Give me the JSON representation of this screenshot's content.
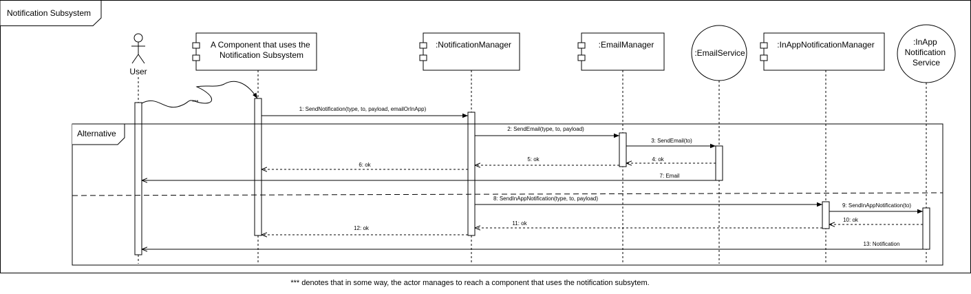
{
  "frame": {
    "title": "Notification Subsystem"
  },
  "actor": {
    "name": "User"
  },
  "participants": [
    {
      "kind": "component",
      "lines": [
        "A Component that uses the",
        "Notification Subsystem"
      ]
    },
    {
      "kind": "component",
      "lines": [
        ":NotificationManager"
      ]
    },
    {
      "kind": "component",
      "lines": [
        ":EmailManager"
      ]
    },
    {
      "kind": "entity",
      "lines": [
        ":EmailService"
      ]
    },
    {
      "kind": "component",
      "lines": [
        ":InAppNotificationManager"
      ]
    },
    {
      "kind": "entity",
      "lines": [
        ":InApp",
        "Notification",
        "Service"
      ]
    }
  ],
  "fragment": {
    "label": "Alternative"
  },
  "reach_marker": "***",
  "messages": [
    {
      "text": "1: SendNotification(type, to, payload, emailOrInApp)",
      "style": "sync"
    },
    {
      "text": "2: SendEmail(type, to, payload)",
      "style": "sync"
    },
    {
      "text": "3: SendEmail(to)",
      "style": "sync"
    },
    {
      "text": "4: ok",
      "style": "reply"
    },
    {
      "text": "5: ok",
      "style": "reply"
    },
    {
      "text": "6: ok",
      "style": "reply"
    },
    {
      "text": "7: Email",
      "style": "async"
    },
    {
      "text": "8: SendInAppNotification(type, to, payload)",
      "style": "sync"
    },
    {
      "text": "9: SendInAppNotification(to)",
      "style": "sync"
    },
    {
      "text": "10: ok",
      "style": "reply"
    },
    {
      "text": "11: ok",
      "style": "reply"
    },
    {
      "text": "12: ok",
      "style": "reply"
    },
    {
      "text": "13: Notification",
      "style": "async"
    }
  ],
  "footnote": "***  denotes that in some way, the actor manages to reach a component that uses the notification subsytem."
}
